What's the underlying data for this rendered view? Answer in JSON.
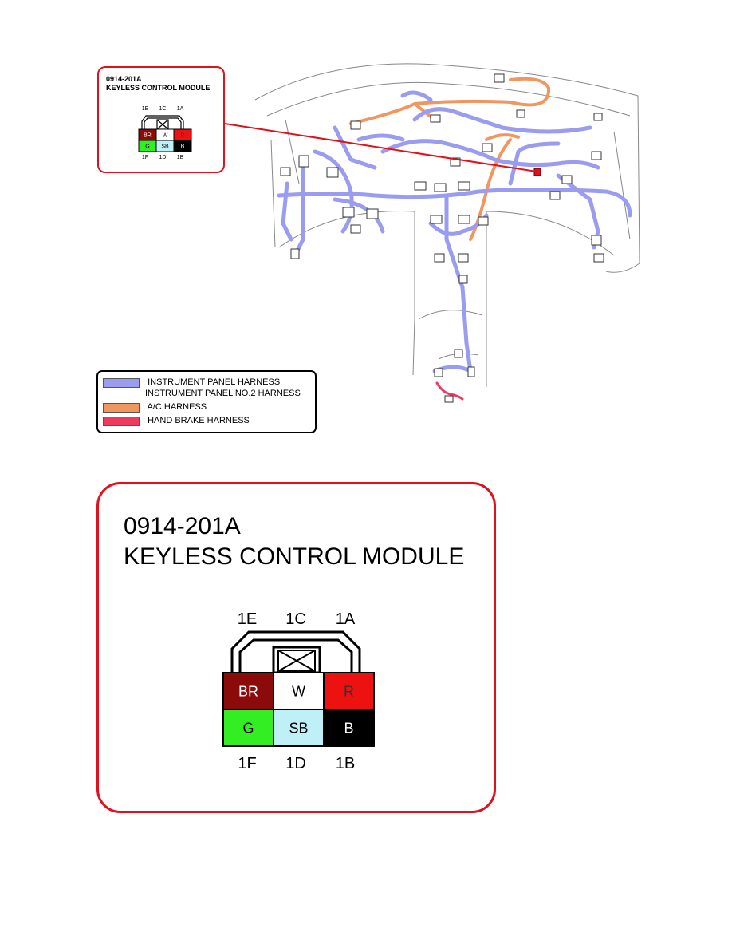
{
  "small_callout": {
    "line1": "0914-201A",
    "line2": "KEYLESS CONTROL MODULE"
  },
  "large_callout": {
    "line1": "0914-201A",
    "line2": "KEYLESS CONTROL MODULE"
  },
  "connector": {
    "top_labels": [
      "1E",
      "1C",
      "1A"
    ],
    "bottom_labels": [
      "1F",
      "1D",
      "1B"
    ],
    "pins": [
      {
        "label": "BR",
        "fill": "#8b0a0a",
        "text_color": "#ffffff"
      },
      {
        "label": "W",
        "fill": "#ffffff",
        "text_color": "#000000"
      },
      {
        "label": "R",
        "fill": "#ee1111",
        "text_color": "#333333"
      },
      {
        "label": "G",
        "fill": "#33ee22",
        "text_color": "#000000"
      },
      {
        "label": "SB",
        "fill": "#bff0f7",
        "text_color": "#000000"
      },
      {
        "label": "B",
        "fill": "#000000",
        "text_color": "#ffffff"
      }
    ]
  },
  "legend": {
    "items": [
      {
        "color": "#9a9cf0",
        "text": ": INSTRUMENT PANEL HARNESS"
      },
      {
        "color": "#9a9cf0",
        "text": "INSTRUMENT PANEL NO.2 HARNESS"
      },
      {
        "color": "#f0965f",
        "text": ": A/C HARNESS"
      },
      {
        "color": "#ee3a5f",
        "text": ": HAND BRAKE HARNESS"
      }
    ]
  },
  "colors": {
    "callout_border": "#e0101c",
    "instrument_panel_harness": "#9a9cf0",
    "ac_harness": "#f0965f",
    "hand_brake_harness": "#ee3a5f"
  }
}
